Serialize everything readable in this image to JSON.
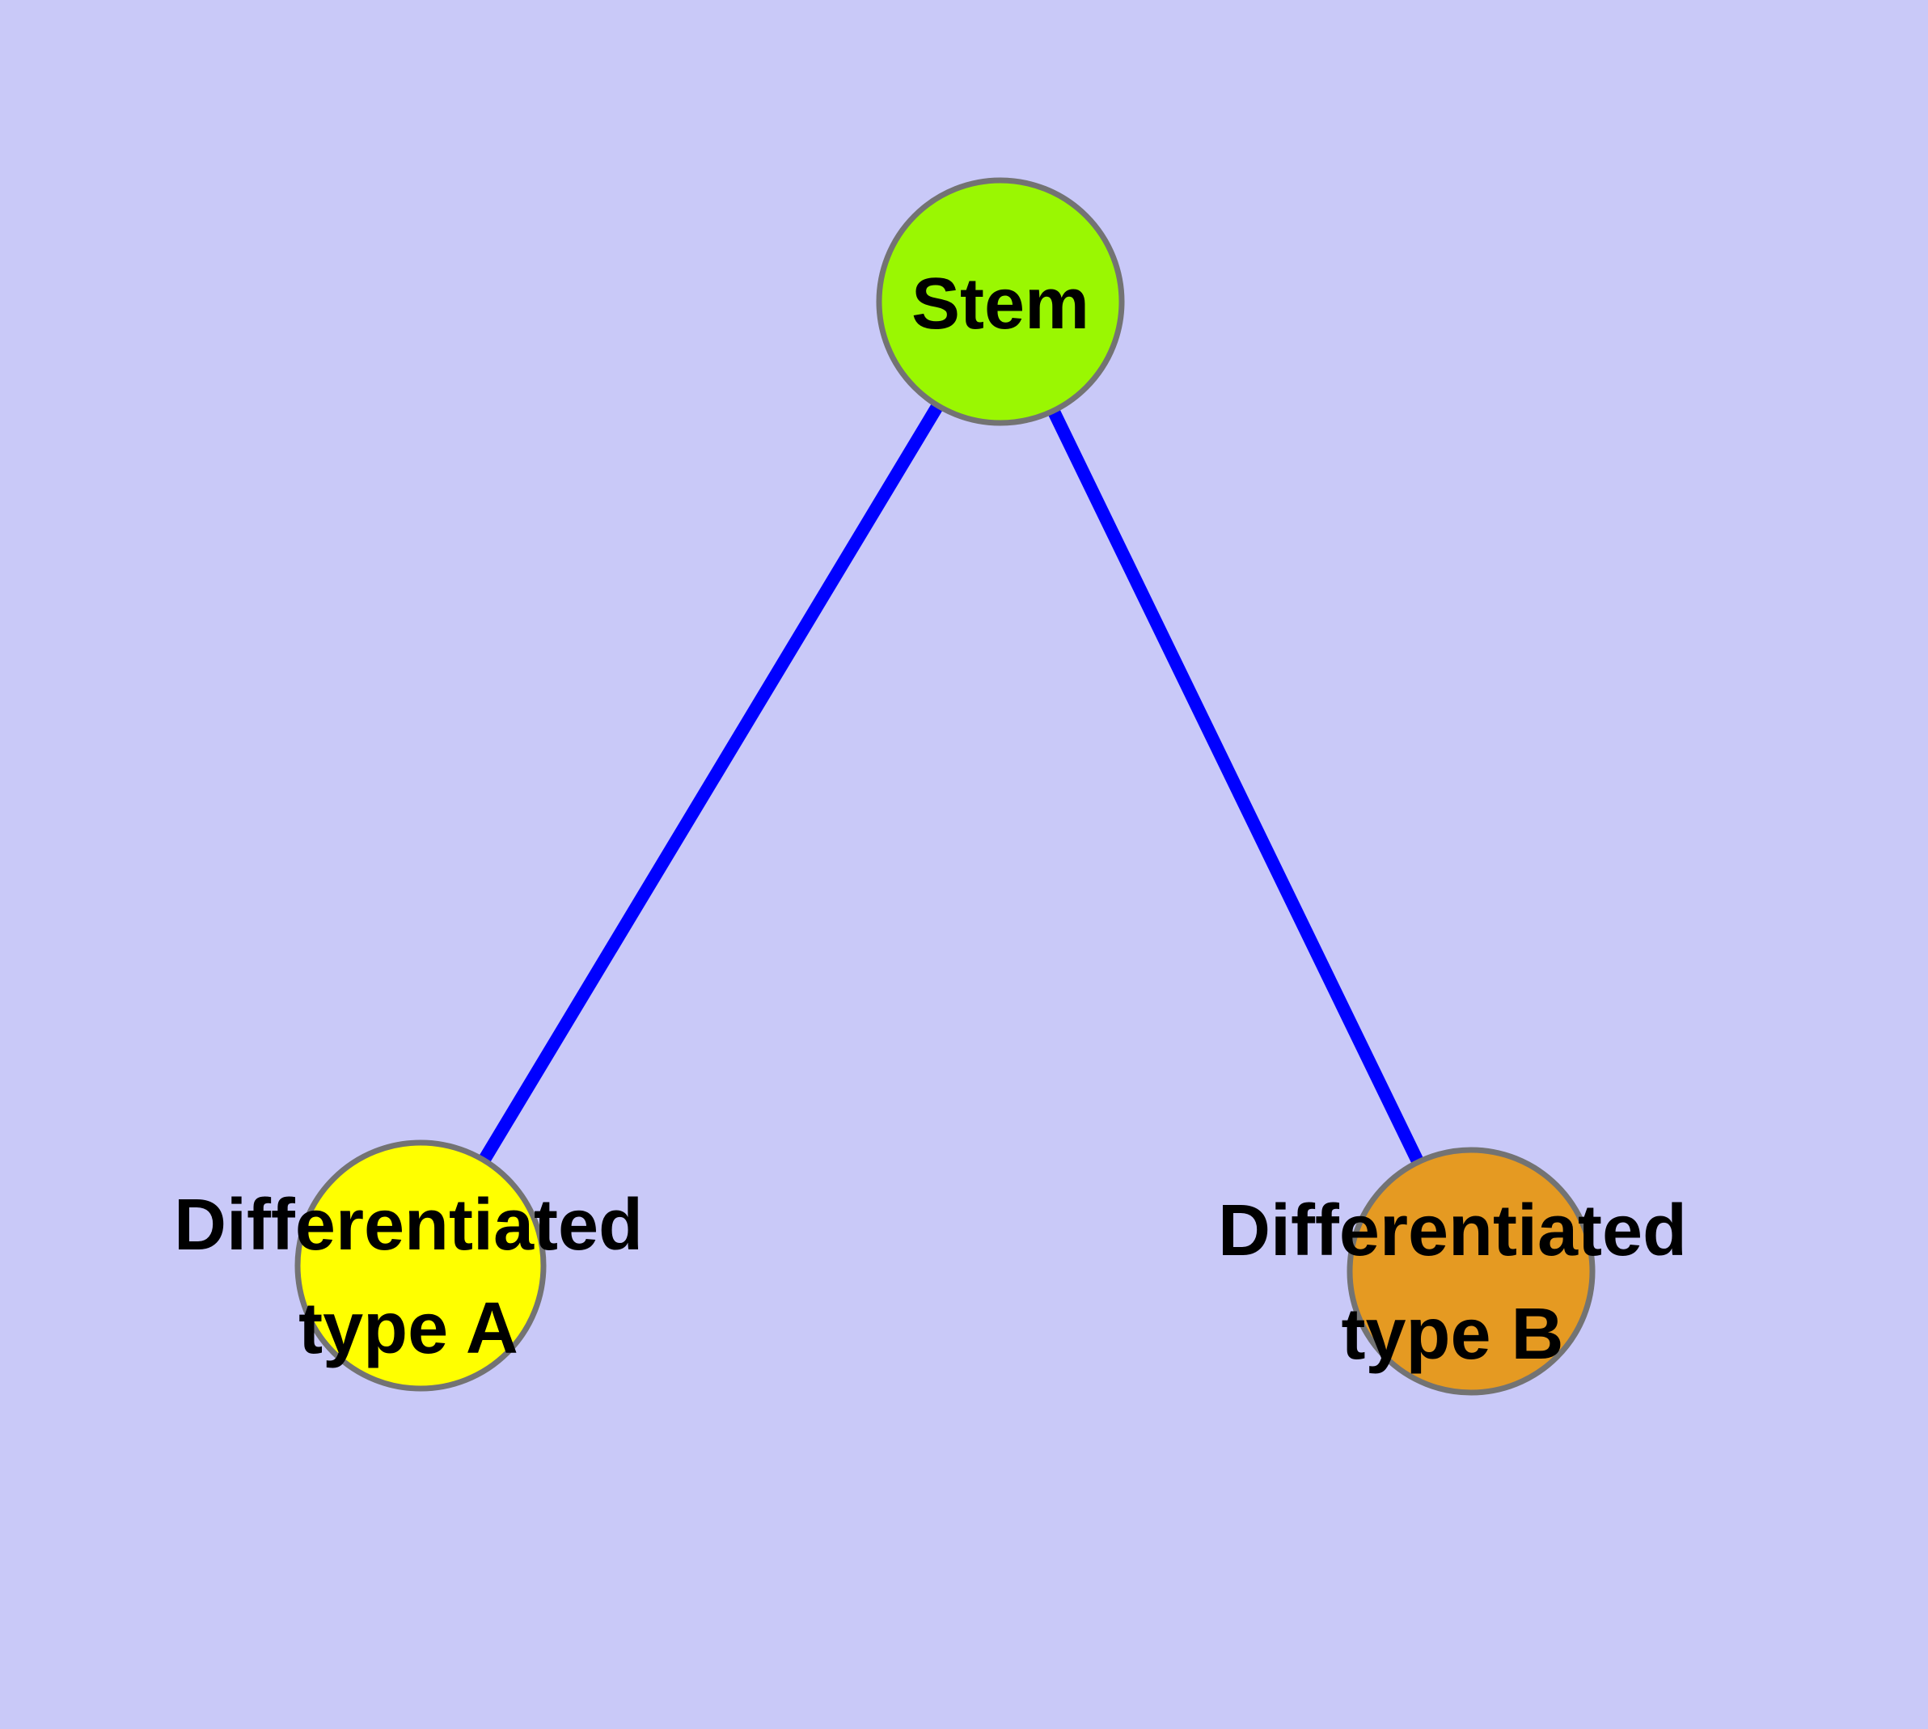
{
  "diagram": {
    "title": "",
    "background_color": "#C9C9F8",
    "edge_color": "#0000FF",
    "node_border_color": "#737373",
    "text_color": "#000000",
    "nodes": {
      "stem": {
        "label": "Stem",
        "fill": "#9AF702"
      },
      "type_a": {
        "label_line1": "Differentiated",
        "label_line2": "type A",
        "fill": "#FFFF00"
      },
      "type_b": {
        "label_line1": "Differentiated",
        "label_line2": "type B",
        "fill": "#E59A22"
      }
    },
    "edges": [
      {
        "from": "Stem",
        "to": "Differentiated type A"
      },
      {
        "from": "Stem",
        "to": "Differentiated type B"
      }
    ]
  }
}
